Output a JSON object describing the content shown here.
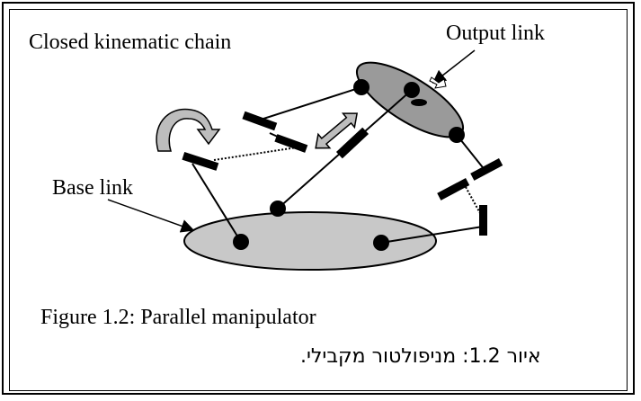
{
  "figure": {
    "title": "Closed kinematic chain",
    "output_link_label": "Output link",
    "base_link_label": "Base link",
    "caption": "Figure 1.2: Parallel manipulator",
    "caption_hebrew": "איור 1.2: מניפולטור מקבילי."
  },
  "colors": {
    "base_fill": "#c8c8c8",
    "platform_fill": "#9a9a9a",
    "arrow_fill": "#bdbdbd",
    "ink": "#000000"
  }
}
